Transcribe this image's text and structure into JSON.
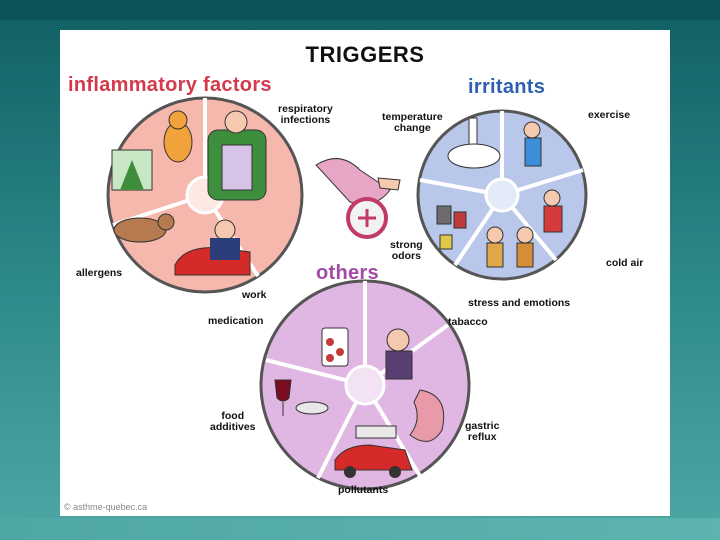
{
  "title": "TRIGGERS",
  "groups": {
    "inflammatory": "inflammatory factors",
    "irritants": "irritants",
    "others": "others"
  },
  "labels": {
    "respiratory_infections_1": "respiratory",
    "respiratory_infections_2": "infections",
    "allergens": "allergens",
    "work": "work",
    "temperature_change_1": "temperature",
    "temperature_change_2": "change",
    "exercise": "exercise",
    "strong_odors_1": "strong",
    "strong_odors_2": "odors",
    "cold_air": "cold air",
    "stress_and_emotions": "stress and emotions",
    "medication": "medication",
    "tabacco": "tabacco",
    "food_additives_1": "food",
    "food_additives_2": "additives",
    "gastric_reflux_1": "gastric",
    "gastric_reflux_2": "reflux",
    "pollutants": "pollutants"
  },
  "copyright": "© asthme-quebec.ca",
  "colors": {
    "inflammatory_fill": "#f6b8ac",
    "inflammatory_head": "#d43a4c",
    "irritants_fill": "#b9c8ea",
    "irritants_head": "#2e5fb0",
    "others_fill": "#e0b6e2",
    "others_head": "#a24aa6"
  }
}
